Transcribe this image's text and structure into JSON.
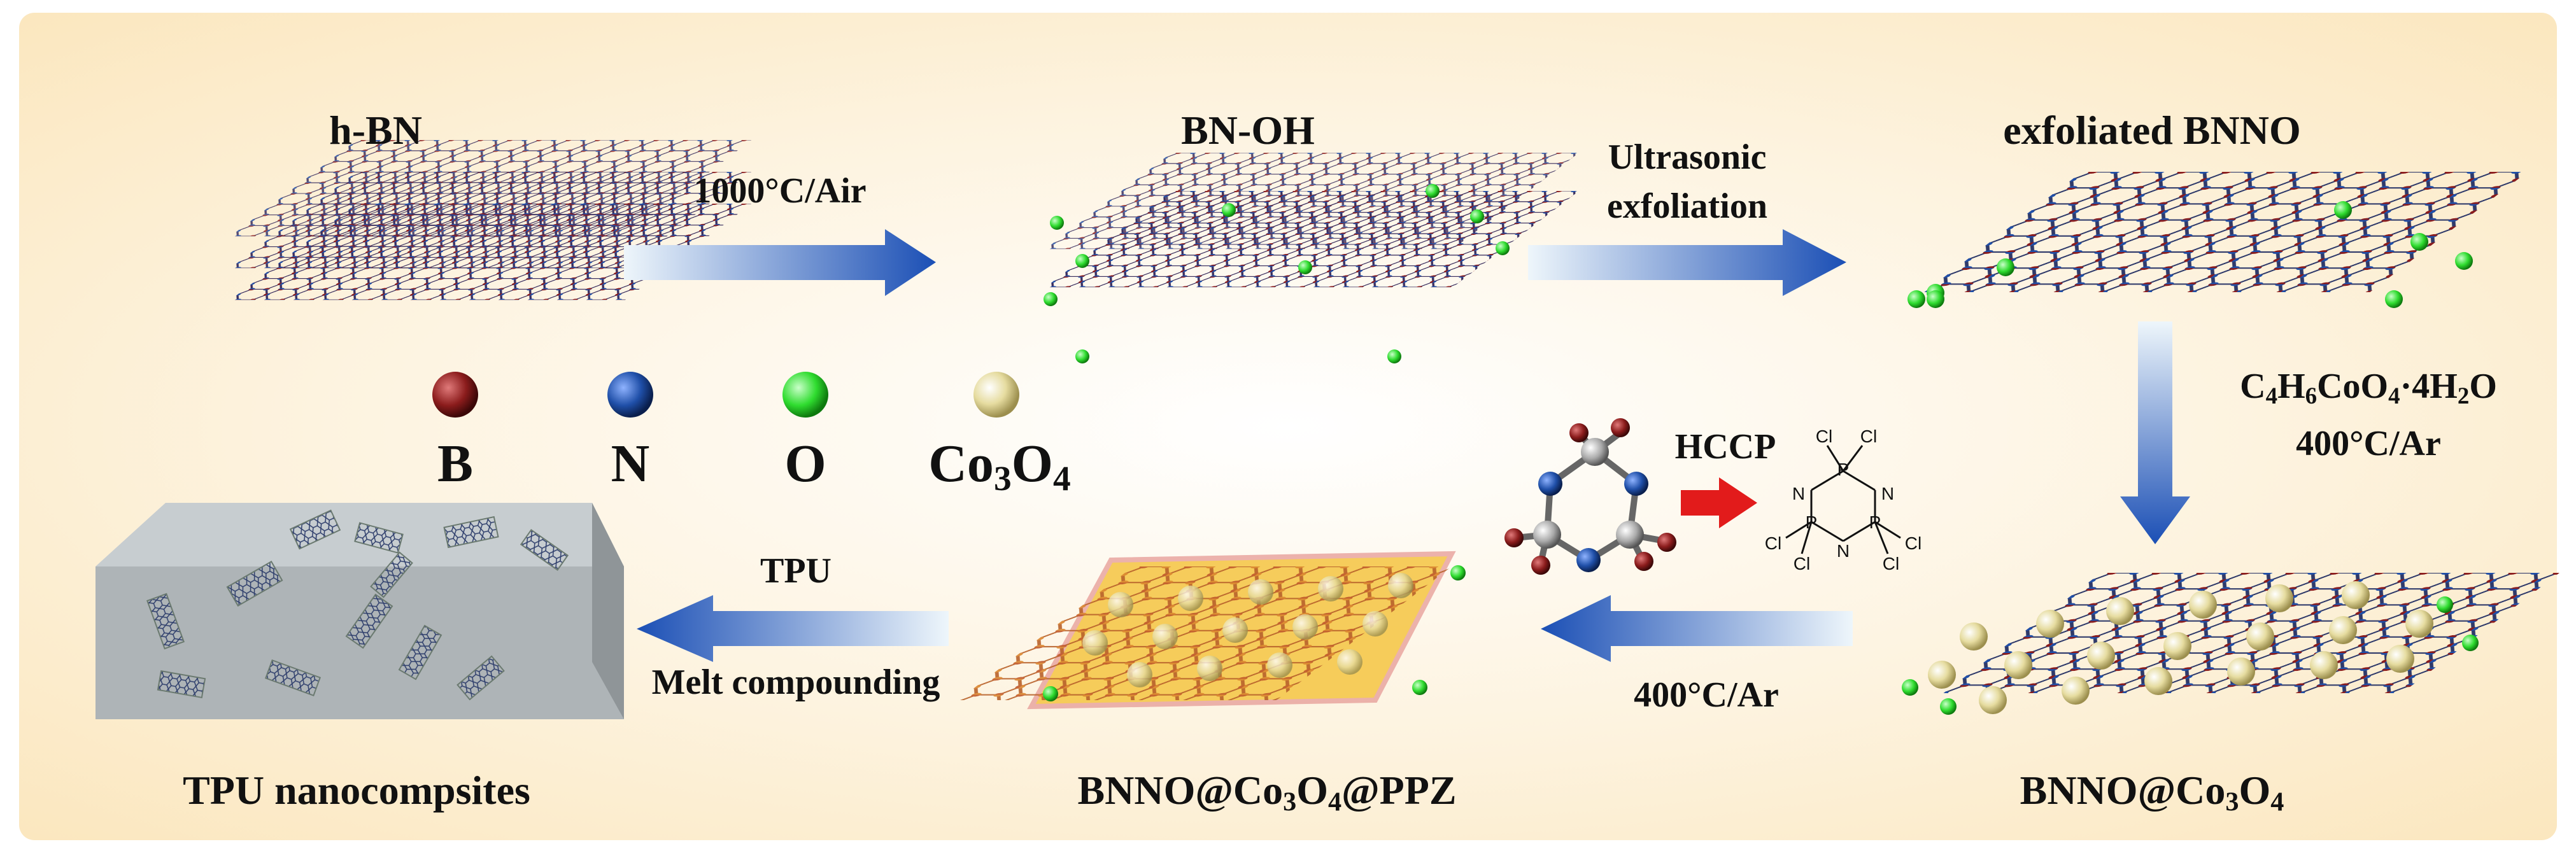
{
  "stages": {
    "hbn": "h-BN",
    "bnoh": "BN-OH",
    "exfoliated": "exfoliated BNNO",
    "bnno_co": {
      "pre": "BNNO@Co",
      "sub1": "3",
      "mid": "O",
      "sub2": "4",
      "post": ""
    },
    "bnno_co_ppz": {
      "pre": "BNNO@Co",
      "sub1": "3",
      "mid": "O",
      "sub2": "4",
      "post": "@PPZ"
    },
    "tpu_nano": "TPU nanocompsites"
  },
  "conditions": {
    "step1": "1000°C/Air",
    "step2_line1": "Ultrasonic",
    "step2_line2": "exfoliation",
    "step3_parts": [
      "C",
      "4",
      "H",
      "6",
      "CoO",
      "4",
      "·4H",
      "2",
      "O"
    ],
    "step3_line2": "400°C/Ar",
    "step4": "400°C/Ar",
    "step5_line1": "TPU",
    "step5_line2": "Melt compounding",
    "hccp": "HCCP"
  },
  "legend": {
    "items": [
      {
        "label": "B",
        "color": "#8b1c1c"
      },
      {
        "label": "N",
        "color": "#1f4fa8"
      },
      {
        "label": "O",
        "color": "#2fdc2f"
      }
    ],
    "co_label": {
      "pre": "Co",
      "sub1": "3",
      "mid": "O",
      "sub2": "4"
    },
    "co_color": "#e6dca0"
  },
  "hccp_structure": {
    "atoms": [
      "P",
      "P",
      "P",
      "N",
      "N",
      "N"
    ],
    "substituent": "Cl"
  },
  "colors": {
    "arrow_start": "#eef6fb",
    "arrow_end": "#1b4fb5",
    "red_arrow": "#e21b1b",
    "background_glow": "#fbe7bf",
    "box_top": "#c7cdd0",
    "box_front": "#aeb4b7",
    "box_side": "#8f9598",
    "ppz_coating": "#f5c542"
  }
}
